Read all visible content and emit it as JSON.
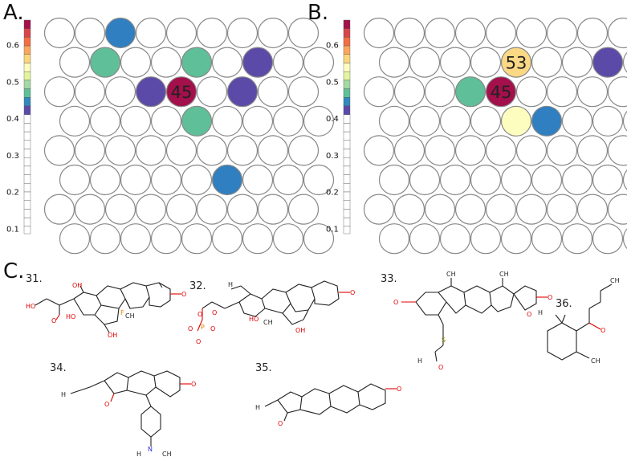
{
  "panels": [
    {
      "label": "A.",
      "rows": 8,
      "cols": 9,
      "highlights": [
        {
          "row": 0,
          "col": 2,
          "color": "#2f7fc1"
        },
        {
          "row": 1,
          "col": 1,
          "color": "#5fbf98"
        },
        {
          "row": 1,
          "col": 4,
          "color": "#5fbf98"
        },
        {
          "row": 1,
          "col": 6,
          "color": "#5c4aa8"
        },
        {
          "row": 2,
          "col": 3,
          "color": "#5c4aa8"
        },
        {
          "row": 2,
          "col": 4,
          "color": "#a3104b",
          "text": "45"
        },
        {
          "row": 2,
          "col": 6,
          "color": "#5c4aa8"
        },
        {
          "row": 3,
          "col": 4,
          "color": "#5fbf98"
        },
        {
          "row": 5,
          "col": 5,
          "color": "#2f7fc1"
        }
      ]
    },
    {
      "label": "B.",
      "rows": 8,
      "cols": 9,
      "highlights": [
        {
          "row": 1,
          "col": 4,
          "color": "#fbd884",
          "text": "53"
        },
        {
          "row": 1,
          "col": 7,
          "color": "#5c4aa8"
        },
        {
          "row": 2,
          "col": 3,
          "color": "#5fbf98"
        },
        {
          "row": 2,
          "col": 4,
          "color": "#a3104b",
          "text": "45"
        },
        {
          "row": 3,
          "col": 4,
          "color": "#fefdc0"
        },
        {
          "row": 3,
          "col": 5,
          "color": "#2f7fc1"
        }
      ]
    }
  ],
  "colorbar": {
    "ticks": [
      "0.6",
      "0.5",
      "0.4",
      "0.3",
      "0.2",
      "0.1"
    ],
    "colors": [
      "#a3104b",
      "#d8444a",
      "#f46d43",
      "#fca55d",
      "#fcd67d",
      "#fefdc0",
      "#e4f5a0",
      "#a3d9a3",
      "#5fbf98",
      "#3288bd",
      "#5c4aa8"
    ]
  },
  "section_c": {
    "label": "C.",
    "molecules": [
      "31.",
      "32.",
      "33.",
      "34.",
      "35.",
      "36."
    ]
  },
  "atoms": {
    "O": "O",
    "OH": "OH",
    "HO": "HO",
    "F": "F",
    "CH3": "CH",
    "H3C": "H",
    "S": "S",
    "N": "N",
    "P": "P",
    "Ominus": "O"
  }
}
